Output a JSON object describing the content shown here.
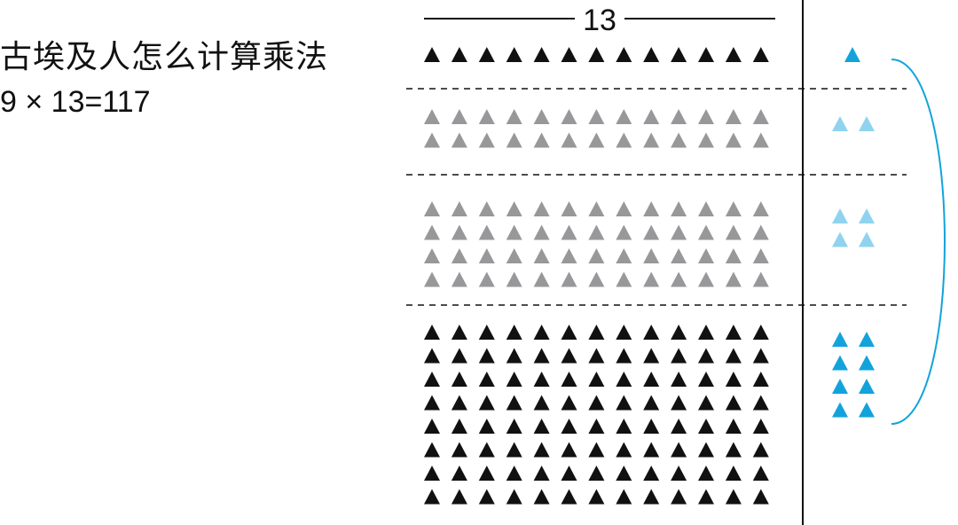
{
  "title": "古埃及人怎么计算乘法",
  "equation": "9 × 13=117",
  "diagram": {
    "column_count_label": "13",
    "columns": 13,
    "groups": [
      {
        "rows": 1,
        "doubling_marks": 1,
        "row_color": "#111111",
        "mark_color": "#12a3dc"
      },
      {
        "rows": 2,
        "doubling_marks": 2,
        "row_color": "#98989b",
        "mark_color": "#8fd3ef"
      },
      {
        "rows": 4,
        "doubling_marks": 4,
        "row_color": "#98989b",
        "mark_color": "#8fd3ef"
      },
      {
        "rows": 8,
        "doubling_marks": 8,
        "row_color": "#111111",
        "mark_color": "#12a3dc"
      }
    ],
    "bracket_color": "#12a3dc"
  }
}
